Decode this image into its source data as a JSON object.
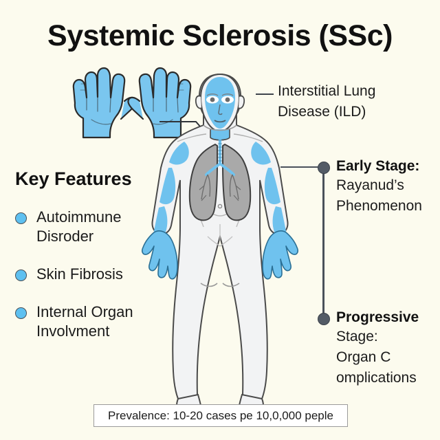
{
  "page": {
    "title": "Systemic Sclerosis (SSc)",
    "background_color": "#fcfbee"
  },
  "key_features": {
    "heading": "Key Features",
    "items": [
      {
        "label": "Autoimmune Disroder"
      },
      {
        "label": "Skin Fibrosis"
      },
      {
        "label": "Internal Organ Involvment"
      }
    ],
    "bullet_color": "#5ec0f0"
  },
  "annotations": {
    "ild": {
      "line1": "Interstitial Lung",
      "line2": "Disease (ILD)"
    },
    "early_stage": {
      "title": "Early Stage:",
      "line1": "Rayanud’s",
      "line2": "Phenomenon"
    },
    "progressive_stage": {
      "title": "Progressive",
      "line1": "Stage:",
      "line2": "Organ C",
      "line3": "omplications"
    },
    "connector_color": "#4a515b"
  },
  "prevalence": {
    "text": "Prevalence: 10-20 cases pe 10,0,000 peple"
  },
  "figure": {
    "skin_color": "#f2f3f4",
    "affected_color": "#6fc2ee",
    "lung_color": "#a9a9a9",
    "outline_color": "#2b2b2b",
    "hands_label": "sclerodactyly-hands",
    "body_label": "human-body-diagram",
    "lungs_label": "lungs"
  }
}
